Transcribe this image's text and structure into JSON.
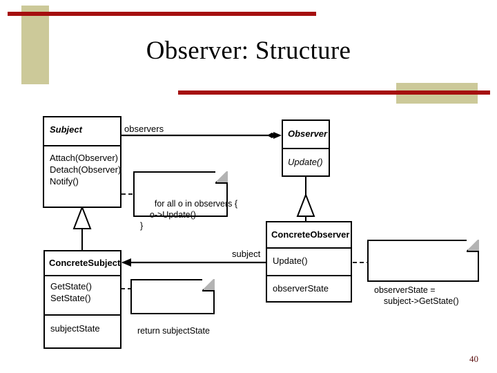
{
  "slide": {
    "title": "Observer: Structure",
    "page_number": "40",
    "accent_red": "#a50f0f",
    "accent_tan": "#ccc999"
  },
  "diagram": {
    "type": "uml-class-diagram",
    "classes": [
      {
        "id": "subject",
        "name": "Subject",
        "abstract": true,
        "operations": [
          "Attach(Observer)",
          "Detach(Observer)",
          "Notify()"
        ],
        "attributes": []
      },
      {
        "id": "observer",
        "name": "Observer",
        "abstract": true,
        "operations": [
          "Update()"
        ],
        "attributes": []
      },
      {
        "id": "concrete-subject",
        "name": "ConcreteSubject",
        "abstract": false,
        "operations": [
          "GetState()",
          "SetState()"
        ],
        "attributes": [
          "subjectState"
        ]
      },
      {
        "id": "concrete-observer",
        "name": "ConcreteObserver",
        "abstract": false,
        "operations": [
          "Update()"
        ],
        "attributes": [
          "observerState"
        ]
      }
    ],
    "notes": [
      {
        "id": "notify-note",
        "text": "for all o in observers {\n    o->Update()\n}",
        "anchor": "Subject::Notify()"
      },
      {
        "id": "getstate-note",
        "text": "return subjectState",
        "anchor": "ConcreteSubject::GetState()"
      },
      {
        "id": "update-note",
        "text": "observerState =\n    subject->GetState()",
        "anchor": "ConcreteObserver::Update()"
      }
    ],
    "edge_labels": [
      {
        "id": "observers-label",
        "text": "observers"
      },
      {
        "id": "subject-label",
        "text": "subject"
      }
    ],
    "relations": [
      {
        "from": "Subject",
        "to": "Observer",
        "kind": "aggregation",
        "label": "observers"
      },
      {
        "from": "ConcreteSubject",
        "to": "Subject",
        "kind": "generalization"
      },
      {
        "from": "ConcreteObserver",
        "to": "Observer",
        "kind": "generalization"
      },
      {
        "from": "ConcreteObserver",
        "to": "ConcreteSubject",
        "kind": "association",
        "label": "subject"
      }
    ]
  }
}
